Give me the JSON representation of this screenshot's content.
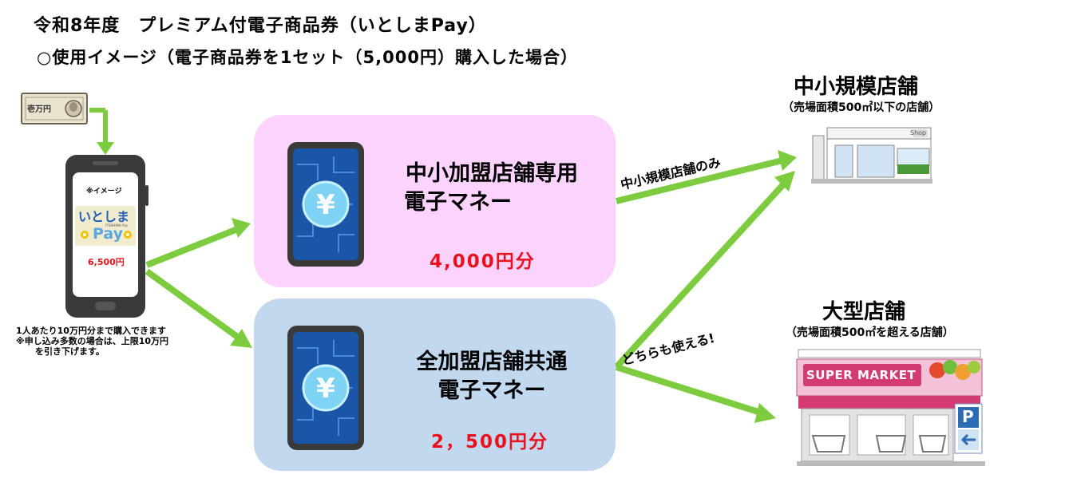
{
  "header": {
    "title": "令和8年度　プレミアム付電子商品券（いとしまPay）",
    "subtitle": "○使用イメージ（電子商品券を1セット（5,000円）購入した場合）"
  },
  "phone": {
    "caption": "※イメージ",
    "brand_line1": "いとしま",
    "brand_small": "ITOSHIMA Pay",
    "brand_line2": "Pay",
    "amount": "6,500円"
  },
  "banknote": {
    "label": "壱万円"
  },
  "notes": {
    "line1": "1人あたり10万円分まで購入できます",
    "line2": "※申し込み多数の場合は、上限10万円",
    "line3": "を引き下げます。"
  },
  "money_small": {
    "line1": "中小加盟店舗専用",
    "line2": "電子マネー",
    "amount": "4,000円分"
  },
  "money_all": {
    "line1": "全加盟店舗共通",
    "line2": "電子マネー",
    "amount": "2，500円分"
  },
  "routes": {
    "small_only": "中小規模店舗のみ",
    "both": "どちらも使える!"
  },
  "store_small": {
    "title": "中小規模店舗",
    "subtitle": "（売場面積500㎡以下の店舗）",
    "sign": "Shop"
  },
  "store_large": {
    "title": "大型店舗",
    "subtitle": "（売場面積500㎡を超える店舗）",
    "sign": "SUPER MARKET",
    "parking": "P"
  },
  "colors": {
    "arrow": "#7dcc3f",
    "pink_box": "#fcd3fc",
    "blue_box": "#c1d8ef",
    "amount_red": "#e8121e"
  }
}
